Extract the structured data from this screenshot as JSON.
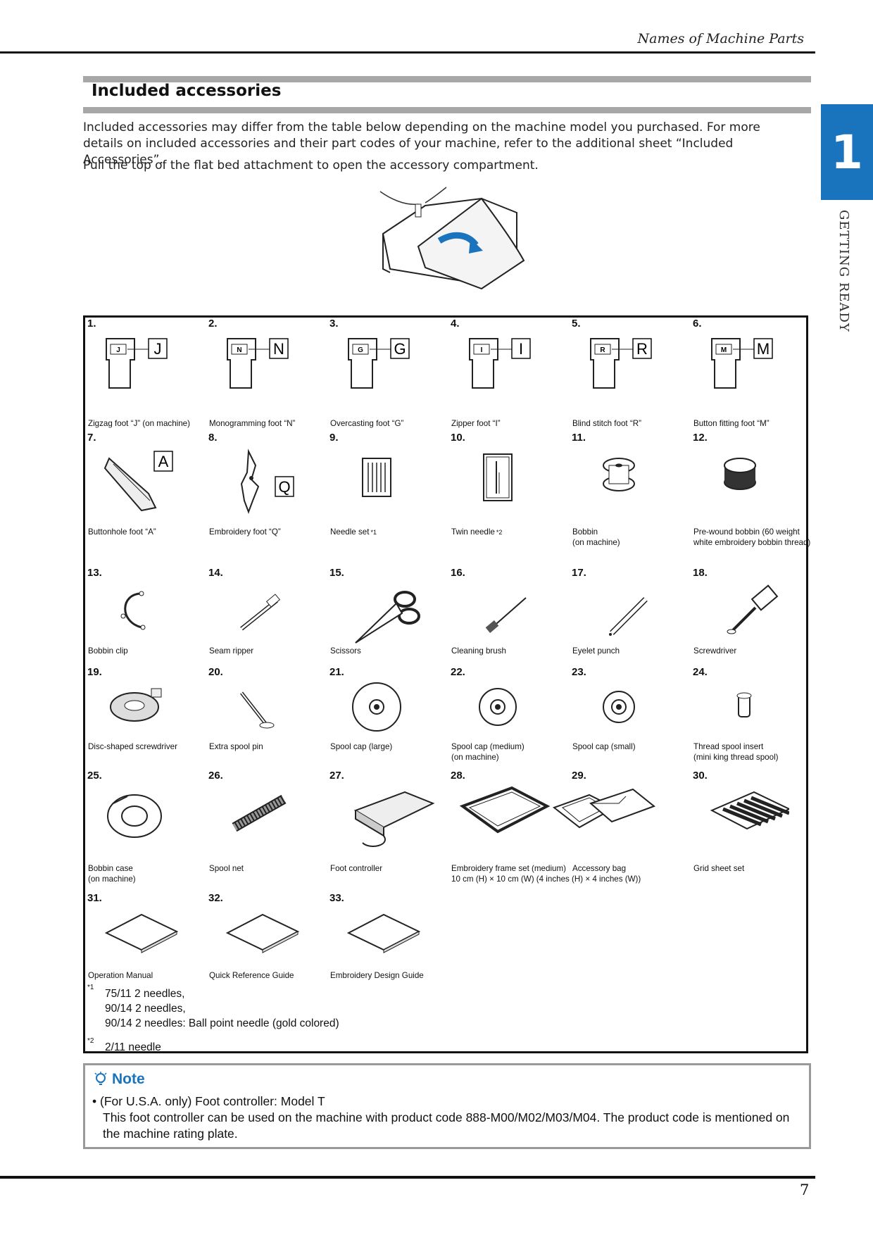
{
  "header": {
    "running_title": "Names of Machine Parts",
    "chapter_number": "1",
    "chapter_label": "GETTING READY"
  },
  "section": {
    "title": "Included accessories",
    "intro_1": "Included accessories may differ from the table below depending on the machine model you purchased. For more details on included accessories and their part codes of your machine, refer to the additional sheet “Included Accessories”.",
    "intro_2": "Pull the top of the flat bed attachment to open the accessory compartment."
  },
  "items": [
    {
      "num": "1.",
      "label": "Zigzag foot “J” (on machine)",
      "icon": "presser-foot-icon",
      "letter": "J"
    },
    {
      "num": "2.",
      "label": "Monogramming foot “N”",
      "icon": "presser-foot-icon",
      "letter": "N"
    },
    {
      "num": "3.",
      "label": "Overcasting foot “G”",
      "icon": "presser-foot-icon",
      "letter": "G"
    },
    {
      "num": "4.",
      "label": "Zipper foot “I”",
      "icon": "presser-foot-icon",
      "letter": "I"
    },
    {
      "num": "5.",
      "label": "Blind stitch foot “R”",
      "icon": "presser-foot-icon",
      "letter": "R"
    },
    {
      "num": "6.",
      "label": "Button fitting foot “M”",
      "icon": "presser-foot-icon",
      "letter": "M"
    },
    {
      "num": "7.",
      "label": "Buttonhole foot “A”",
      "icon": "buttonhole-foot-icon",
      "letter": "A"
    },
    {
      "num": "8.",
      "label": "Embroidery foot “Q”",
      "icon": "embroidery-foot-icon",
      "letter": "Q"
    },
    {
      "num": "9.",
      "label": "Needle set",
      "icon": "needle-set-icon",
      "sup": "*1"
    },
    {
      "num": "10.",
      "label": "Twin needle",
      "icon": "twin-needle-icon",
      "sup": "*2"
    },
    {
      "num": "11.",
      "label": "Bobbin\n(on machine)",
      "icon": "bobbin-icon"
    },
    {
      "num": "12.",
      "label": "Pre-wound bobbin (60 weight white embroidery bobbin thread)",
      "icon": "prewound-bobbin-icon"
    },
    {
      "num": "13.",
      "label": "Bobbin clip",
      "icon": "bobbin-clip-icon"
    },
    {
      "num": "14.",
      "label": "Seam ripper",
      "icon": "seam-ripper-icon"
    },
    {
      "num": "15.",
      "label": "Scissors",
      "icon": "scissors-icon"
    },
    {
      "num": "16.",
      "label": "Cleaning brush",
      "icon": "cleaning-brush-icon"
    },
    {
      "num": "17.",
      "label": "Eyelet punch",
      "icon": "eyelet-punch-icon"
    },
    {
      "num": "18.",
      "label": "Screwdriver",
      "icon": "screwdriver-icon"
    },
    {
      "num": "19.",
      "label": "Disc-shaped screwdriver",
      "icon": "disc-screwdriver-icon"
    },
    {
      "num": "20.",
      "label": "Extra spool pin",
      "icon": "spool-pin-icon"
    },
    {
      "num": "21.",
      "label": "Spool cap (large)",
      "icon": "spool-cap-large-icon"
    },
    {
      "num": "22.",
      "label": "Spool cap (medium)\n(on machine)",
      "icon": "spool-cap-medium-icon"
    },
    {
      "num": "23.",
      "label": "Spool cap (small)",
      "icon": "spool-cap-small-icon"
    },
    {
      "num": "24.",
      "label": "Thread spool insert\n(mini king thread spool)",
      "icon": "spool-insert-icon"
    },
    {
      "num": "25.",
      "label": "Bobbin case\n(on machine)",
      "icon": "bobbin-case-icon"
    },
    {
      "num": "26.",
      "label": "Spool net",
      "icon": "spool-net-icon"
    },
    {
      "num": "27.",
      "label": "Foot controller",
      "icon": "foot-controller-icon"
    },
    {
      "num": "28.",
      "label": "Embroidery frame set (medium)\n10 cm (H) × 10 cm (W) (4 inches (H) × 4 inches (W))",
      "icon": "embroidery-frame-icon"
    },
    {
      "num": "29.",
      "label": "Accessory bag",
      "icon": "accessory-bag-icon"
    },
    {
      "num": "30.",
      "label": "Grid sheet set",
      "icon": "grid-sheet-icon"
    },
    {
      "num": "31.",
      "label": "Operation Manual",
      "icon": "manual-icon"
    },
    {
      "num": "32.",
      "label": "Quick Reference Guide",
      "icon": "manual-icon"
    },
    {
      "num": "33.",
      "label": "Embroidery Design Guide",
      "icon": "manual-icon"
    }
  ],
  "footnotes": {
    "mark_1": "*1",
    "line_1": "75/11 2 needles,",
    "line_2": "90/14 2 needles,",
    "line_3": "90/14 2 needles: Ball point needle (gold colored)",
    "mark_2": "*2",
    "line_4": "2/11 needle"
  },
  "note": {
    "heading": "Note",
    "bullet": "•",
    "line_1": "(For U.S.A. only) Foot controller: Model T",
    "line_2": "This foot controller can be used on the machine with product code 888-M00/M02/M03/M04. The product code is mentioned on the machine rating plate."
  },
  "footer": {
    "page_number": "7"
  },
  "colors": {
    "accent": "#1a74bd",
    "section_bar": "#a7a7a7"
  }
}
